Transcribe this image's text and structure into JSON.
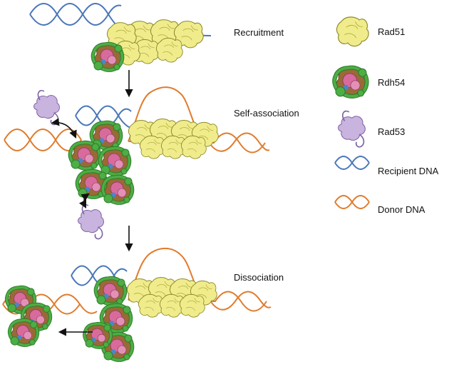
{
  "stages": [
    {
      "label": "Recruitment"
    },
    {
      "label": "Self-association"
    },
    {
      "label": "Dissociation"
    }
  ],
  "legend": [
    {
      "label": "Rad51",
      "icon": "rad51-icon"
    },
    {
      "label": "Rdh54",
      "icon": "rdh54-icon"
    },
    {
      "label": "Rad53",
      "icon": "rad53-icon"
    },
    {
      "label": "Recipient DNA",
      "icon": "recipient-dna-icon"
    },
    {
      "label": "Donor DNA",
      "icon": "donor-dna-icon"
    }
  ],
  "colors": {
    "rad51": "#f0ec8c",
    "rad51_stroke": "#8d8a2a",
    "rdh54_green": "#4cae45",
    "rdh54_pink": "#d86a9c",
    "rdh54_brown": "#9a6a36",
    "rdh54_blue": "#4a86c8",
    "rad53": "#c9b4e0",
    "rad53_stroke": "#7e63a4",
    "recipient_dna": "#4a77b8",
    "donor_dna": "#e07b2c",
    "arrow": "#111111"
  }
}
